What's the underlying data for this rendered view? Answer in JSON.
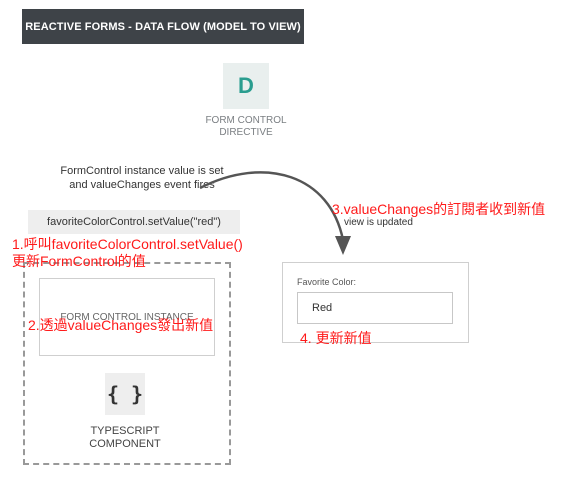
{
  "header": {
    "title": "REACTIVE FORMS - DATA FLOW (MODEL TO VIEW)"
  },
  "directive": {
    "icon_letter": "D",
    "label_line1": "FORM CONTROL",
    "label_line2": "DIRECTIVE",
    "accent": "#2a9d8f"
  },
  "flow": {
    "caption_line1": "FormControl instance value is set",
    "caption_line2": "and valueChanges event fires",
    "set_value_call": "favoriteColorControl.setValue(\"red\")",
    "view_updated_caption": "view is updated"
  },
  "component": {
    "instance_label": "FORM CONTROL INSTANCE",
    "icon_glyph": "{ }",
    "label_line1": "TYPESCRIPT",
    "label_line2": "COMPONENT"
  },
  "view": {
    "field_label": "Favorite Color:",
    "field_value": "Red"
  },
  "annotations": {
    "color": "#ff1a1a",
    "note1_line1": "1.呼叫favoriteColorControl.setValue()",
    "note1_line2": "更新FormControl的值",
    "note2": "2.透過valueChanges發出新值",
    "note3": "3.valueChanges的訂閱者收到新值",
    "note4": "4. 更新新值"
  }
}
